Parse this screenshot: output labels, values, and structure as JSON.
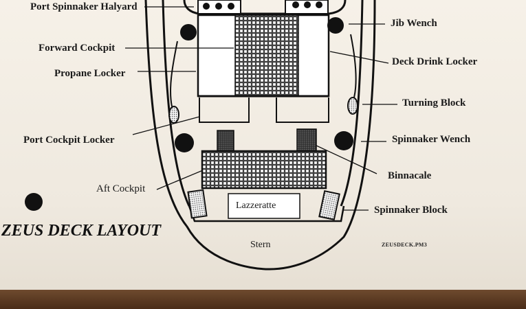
{
  "diagram": {
    "title": "ZEUS DECK LAYOUT",
    "file_code": "ZEUSDECK.PM3",
    "labels": {
      "port_spinnaker_halyard": "Port Spinnaker Halyard",
      "forward_cockpit": "Forward Cockpit",
      "propane_locker": "Propane Locker",
      "port_cockpit_locker": "Port Cockpit Locker",
      "aft_cockpit": "Aft Cockpit",
      "jib_wench": "Jib Wench",
      "deck_drink_locker": "Deck Drink Locker",
      "turning_block": "Turning Block",
      "spinnaker_wench": "Spinnaker Wench",
      "binnacale": "Binnacale",
      "spinnaker_block": "Spinnaker Block",
      "lazzeratte": "Lazzeratte",
      "stern": "Stern"
    }
  }
}
